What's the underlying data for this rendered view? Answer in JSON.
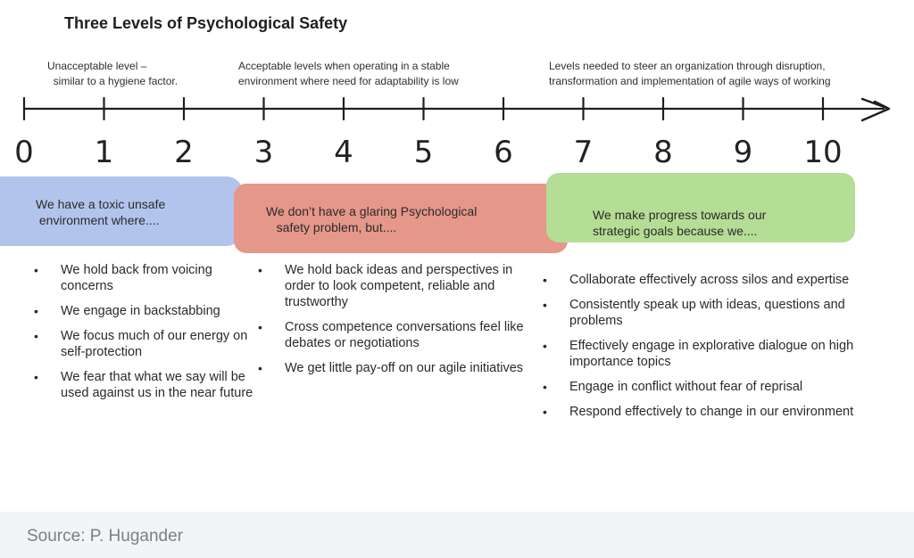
{
  "title": "Three Levels of Psychological Safety",
  "range_labels": [
    "Unacceptable level –\n  similar to a hygiene factor.",
    "Acceptable levels when operating in a stable\nenvironment where need for adaptability is low",
    "Levels needed to steer an organization through disruption,\ntransformation and implementation of agile ways of working"
  ],
  "scale": {
    "min": 0,
    "max": 10,
    "ticks": [
      "0",
      "1",
      "2",
      "3",
      "4",
      "5",
      "6",
      "7",
      "8",
      "9",
      "10"
    ]
  },
  "levels": [
    {
      "heading": "We have a toxic unsafe\n environment where....",
      "color": "#b3c4ec",
      "bullets": [
        "We hold back from voicing concerns",
        "We engage in backstabbing",
        "We focus much of our energy on self-protection",
        "We fear that what we say will be used against us in the near future"
      ]
    },
    {
      "heading": "We don’t have a glaring  Psychological\n   safety problem, but....",
      "color": "#e5978a",
      "bullets": [
        "We hold back ideas and perspectives in order to look competent, reliable and trustworthy",
        "Cross competence conversations feel like debates or negotiations",
        "We get little pay-off on our agile initiatives"
      ]
    },
    {
      "heading": "We make progress towards our\nstrategic goals because we....",
      "color": "#b4dd95",
      "bullets": [
        "Collaborate effectively across silos and expertise",
        "Consistently speak up with ideas, questions and problems",
        "Effectively engage in explorative dialogue on high importance topics",
        "Engage in conflict without fear of reprisal",
        "Respond effectively to change in our environment"
      ]
    }
  ],
  "footer": "Source: P. Hugander"
}
